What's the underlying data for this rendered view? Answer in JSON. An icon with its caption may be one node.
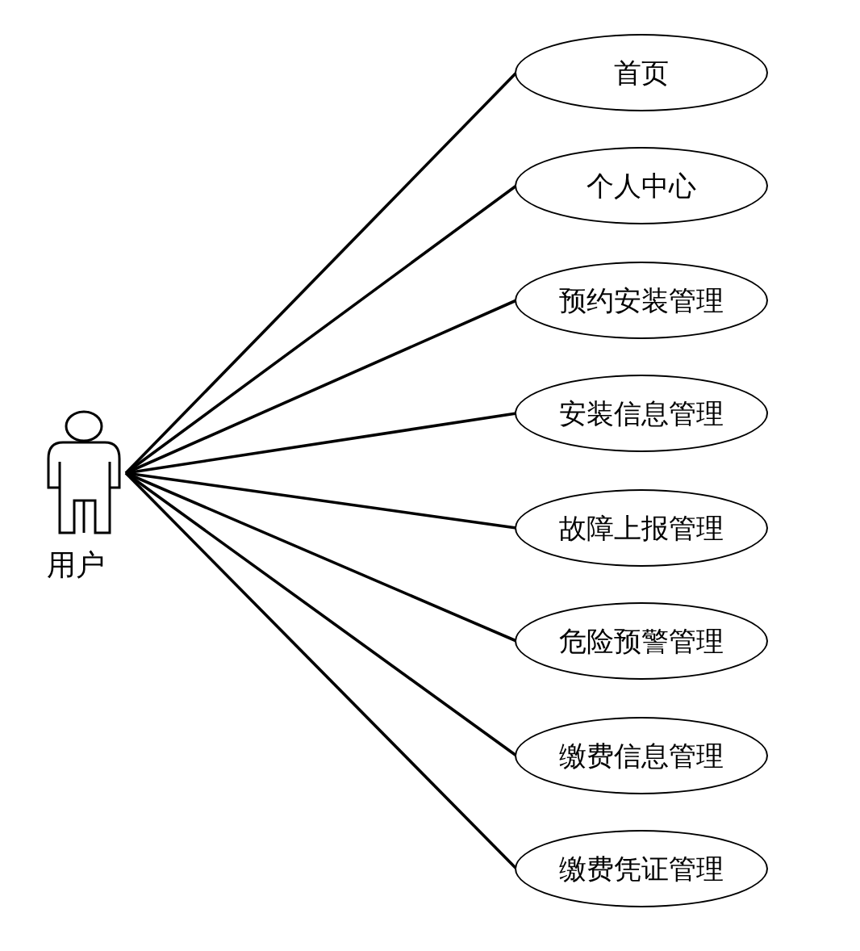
{
  "diagram": {
    "nodes": [
      {
        "text": [
          "用户"
        ]
      },
      {
        "text": [
          "首页"
        ]
      },
      {
        "text": [
          "个人中心"
        ]
      },
      {
        "text": [
          "预约安装管理"
        ]
      },
      {
        "text": [
          "安装信息管理"
        ]
      },
      {
        "text": [
          "故障上报管理"
        ]
      },
      {
        "text": [
          "危险预警管理"
        ]
      },
      {
        "text": [
          "缴费信息管理"
        ]
      },
      {
        "text": [
          "缴费凭证管理"
        ]
      }
    ],
    "edges": [
      {
        "from": 0,
        "to": 1,
        "arrow": "none"
      },
      {
        "from": 0,
        "to": 2,
        "arrow": "none"
      },
      {
        "from": 0,
        "to": 3,
        "arrow": "none"
      },
      {
        "from": 0,
        "to": 4,
        "arrow": "none"
      },
      {
        "from": 0,
        "to": 5,
        "arrow": "none"
      },
      {
        "from": 0,
        "to": 6,
        "arrow": "none"
      },
      {
        "from": 0,
        "to": 7,
        "arrow": "none"
      },
      {
        "from": 0,
        "to": 8,
        "arrow": "none"
      }
    ]
  }
}
